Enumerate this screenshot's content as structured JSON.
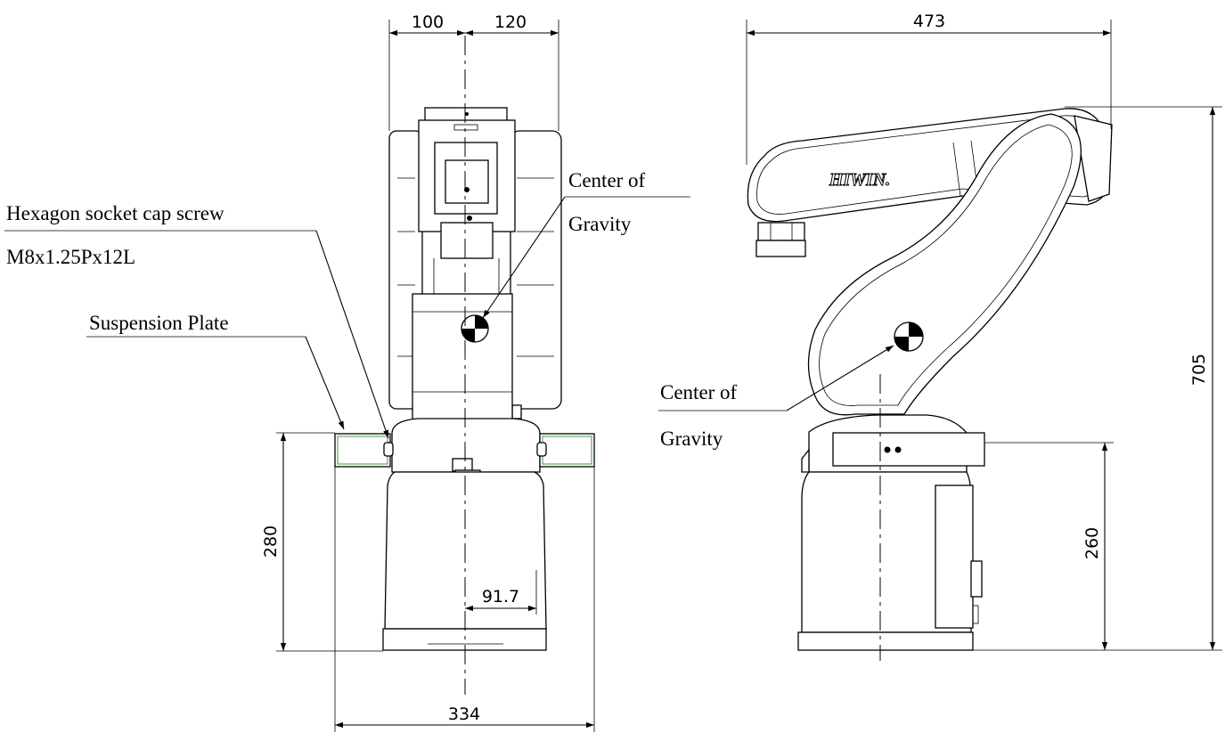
{
  "dimensions": {
    "front_upper_left_width": "100",
    "front_upper_right_width": "120",
    "front_base_height": "280",
    "front_offset": "91.7",
    "front_base_width": "334",
    "side_reach": "473",
    "side_total_height": "705",
    "side_mount_height": "260"
  },
  "callouts": {
    "screw_title": "Hexagon socket cap screw",
    "screw_spec": "M8x1.25Px12L",
    "suspension_plate": "Suspension Plate",
    "cog_front_line1": "Center of",
    "cog_front_line2": "Gravity",
    "cog_side_line1": "Center of",
    "cog_side_line2": "Gravity"
  },
  "brand_logo": "HIWIN."
}
